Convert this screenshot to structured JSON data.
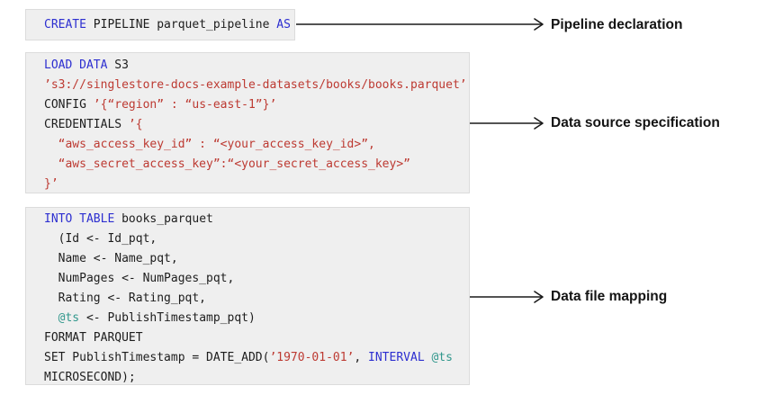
{
  "colors": {
    "keyword": "#2d2fd0",
    "string": "#bd3a32",
    "variable": "#31978c",
    "code_text": "#1d1d1d",
    "block_background": "#efefef",
    "block_border": "#dcdcdc",
    "arrow": "#1a1a1a",
    "label_text": "#141414",
    "page_background": "#ffffff"
  },
  "blocks": [
    {
      "id": "pipeline-declaration",
      "lines": [
        [
          {
            "t": "CREATE",
            "c": "kw"
          },
          {
            "t": " PIPELINE parquet_pipeline ",
            "c": "pl"
          },
          {
            "t": "AS",
            "c": "kw"
          }
        ]
      ]
    },
    {
      "id": "data-source-specification",
      "lines": [
        [
          {
            "t": "LOAD DATA",
            "c": "kw"
          },
          {
            "t": " S3",
            "c": "pl"
          }
        ],
        [
          {
            "t": "’s3://singlestore-docs-example-datasets/books/books.parquet’",
            "c": "st"
          }
        ],
        [
          {
            "t": "CONFIG ",
            "c": "pl"
          },
          {
            "t": "’{“region” : “us-east-1”}’",
            "c": "st"
          }
        ],
        [
          {
            "t": "CREDENTIALS ",
            "c": "pl"
          },
          {
            "t": "’{",
            "c": "st"
          }
        ],
        [
          {
            "t": "  “aws_access_key_id” : “<your_access_key_id>”,",
            "c": "st"
          }
        ],
        [
          {
            "t": "  “aws_secret_access_key”:“<your_secret_access_key>”",
            "c": "st"
          }
        ],
        [
          {
            "t": "}’",
            "c": "st"
          }
        ]
      ]
    },
    {
      "id": "data-file-mapping",
      "lines": [
        [
          {
            "t": "INTO TABLE",
            "c": "kw"
          },
          {
            "t": " books_parquet",
            "c": "pl"
          }
        ],
        [
          {
            "t": "  (Id <- Id_pqt,",
            "c": "pl"
          }
        ],
        [
          {
            "t": "  Name <- Name_pqt,",
            "c": "pl"
          }
        ],
        [
          {
            "t": "  NumPages <- NumPages_pqt,",
            "c": "pl"
          }
        ],
        [
          {
            "t": "  Rating <- Rating_pqt,",
            "c": "pl"
          }
        ],
        [
          {
            "t": "  ",
            "c": "pl"
          },
          {
            "t": "@ts",
            "c": "va"
          },
          {
            "t": " <- PublishTimestamp_pqt)",
            "c": "pl"
          }
        ],
        [
          {
            "t": "FORMAT PARQUET",
            "c": "pl"
          }
        ],
        [
          {
            "t": "SET PublishTimestamp = DATE_ADD(",
            "c": "pl"
          },
          {
            "t": "’1970-01-01’",
            "c": "st"
          },
          {
            "t": ", ",
            "c": "pl"
          },
          {
            "t": "INTERVAL",
            "c": "kw"
          },
          {
            "t": " ",
            "c": "pl"
          },
          {
            "t": "@ts",
            "c": "va"
          }
        ],
        [
          {
            "t": "MICROSECOND);",
            "c": "pl"
          }
        ]
      ]
    }
  ],
  "annotations": [
    {
      "label": "Pipeline declaration"
    },
    {
      "label": "Data source specification"
    },
    {
      "label": "Data file mapping"
    }
  ]
}
